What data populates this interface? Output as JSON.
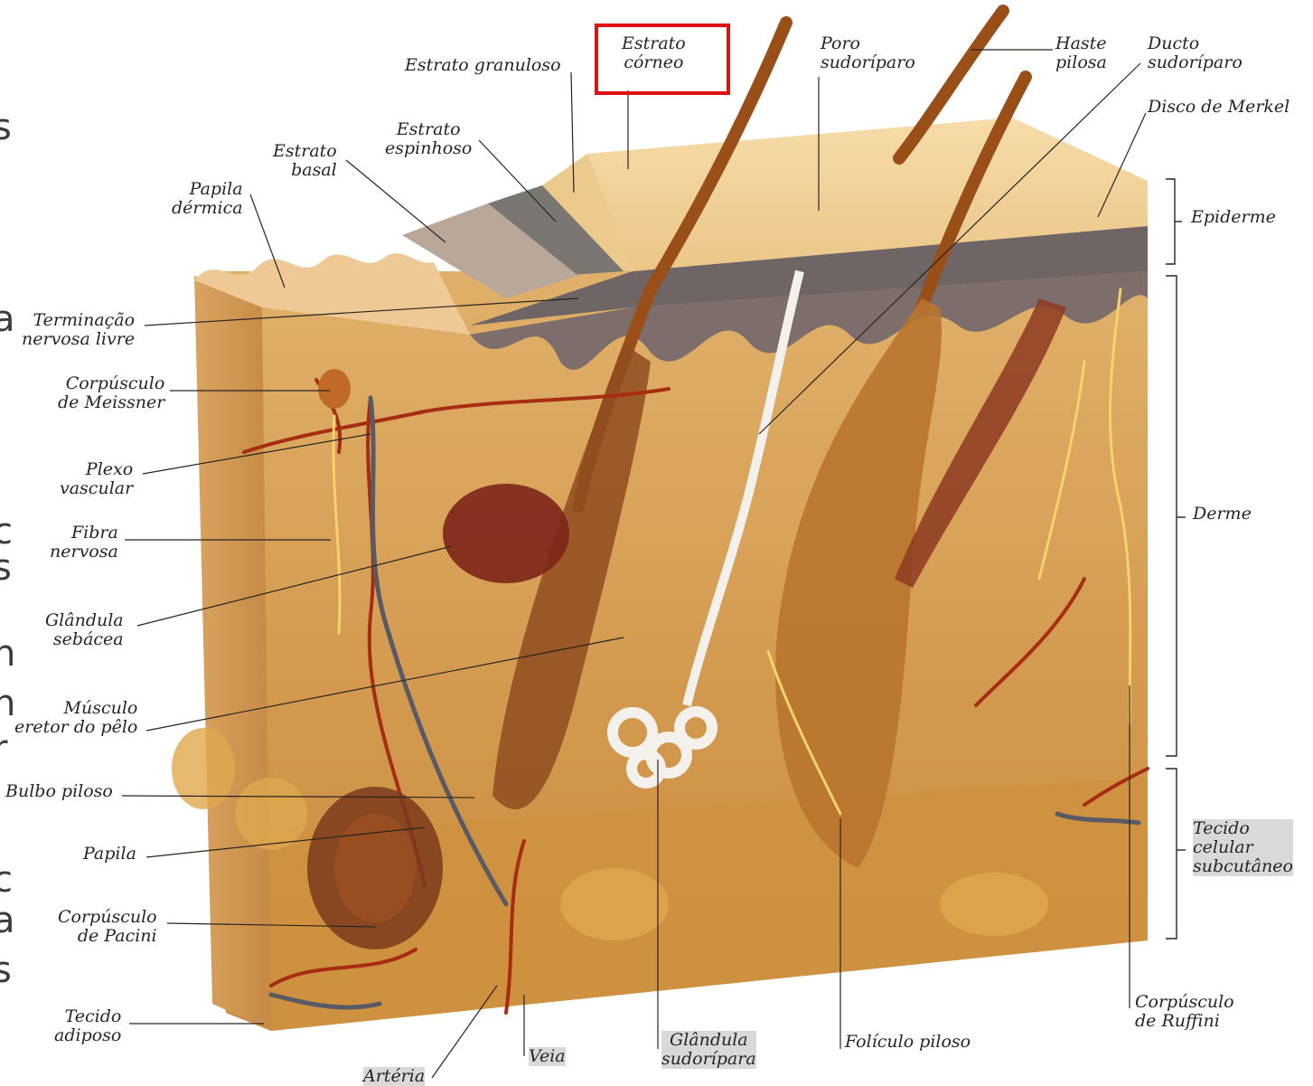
{
  "diagram": {
    "labels": {
      "estrato_corneo": "Estrato\ncórneo",
      "estrato_granuloso": "Estrato granuloso",
      "estrato_espinhoso": "Estrato\nespinhoso",
      "estrato_basal": "Estrato\nbasal",
      "papila_dermica": "Papila\ndérmica",
      "poro_sudoriparo": "Poro\nsudoríparo",
      "haste_pilosa": "Haste\npilosa",
      "ducto_sudoriparo": "Ducto\nsudoríparo",
      "disco_de_merkel": "Disco de Merkel",
      "epiderme": "Epiderme",
      "derme": "Derme",
      "tecido_subcutaneo": "Tecido\ncelular\nsubcutâneo",
      "terminacao_nervosa": "Terminação\nnervosa livre",
      "corpusculo_meissner": "Corpúsculo\nde Meissner",
      "plexo_vascular": "Plexo\nvascular",
      "fibra_nervosa": "Fibra\nnervosa",
      "glandula_sebacea": "Glândula\nsebácea",
      "musculo_eretor": "Músculo\neretor do pêlo",
      "bulbo_piloso": "Bulbo piloso",
      "papila": "Papila",
      "corpusculo_pacini": "Corpúsculo\nde Pacini",
      "tecido_adiposo": "Tecido\nadiposo",
      "arteria": "Artéria",
      "veia": "Veia",
      "glandula_sudoripara": "Glândula\nsudorípara",
      "foliculo_piloso": "Folículo piloso",
      "corpusculo_ruffini": "Corpúsculo\nde Ruffini"
    },
    "highlight_color": "#e01010",
    "colors": {
      "skin_surface": "#f0cf98",
      "dermis": "#d9a45c",
      "dermis_dark": "#b9772f",
      "basal_layer": "#7c6f6a",
      "vessel_red": "#a62c12",
      "vessel_blue": "#5a5a66",
      "nerve_yellow": "#f3d36a",
      "hair": "#a75a1f",
      "gland_white": "#f4f1ec"
    }
  }
}
